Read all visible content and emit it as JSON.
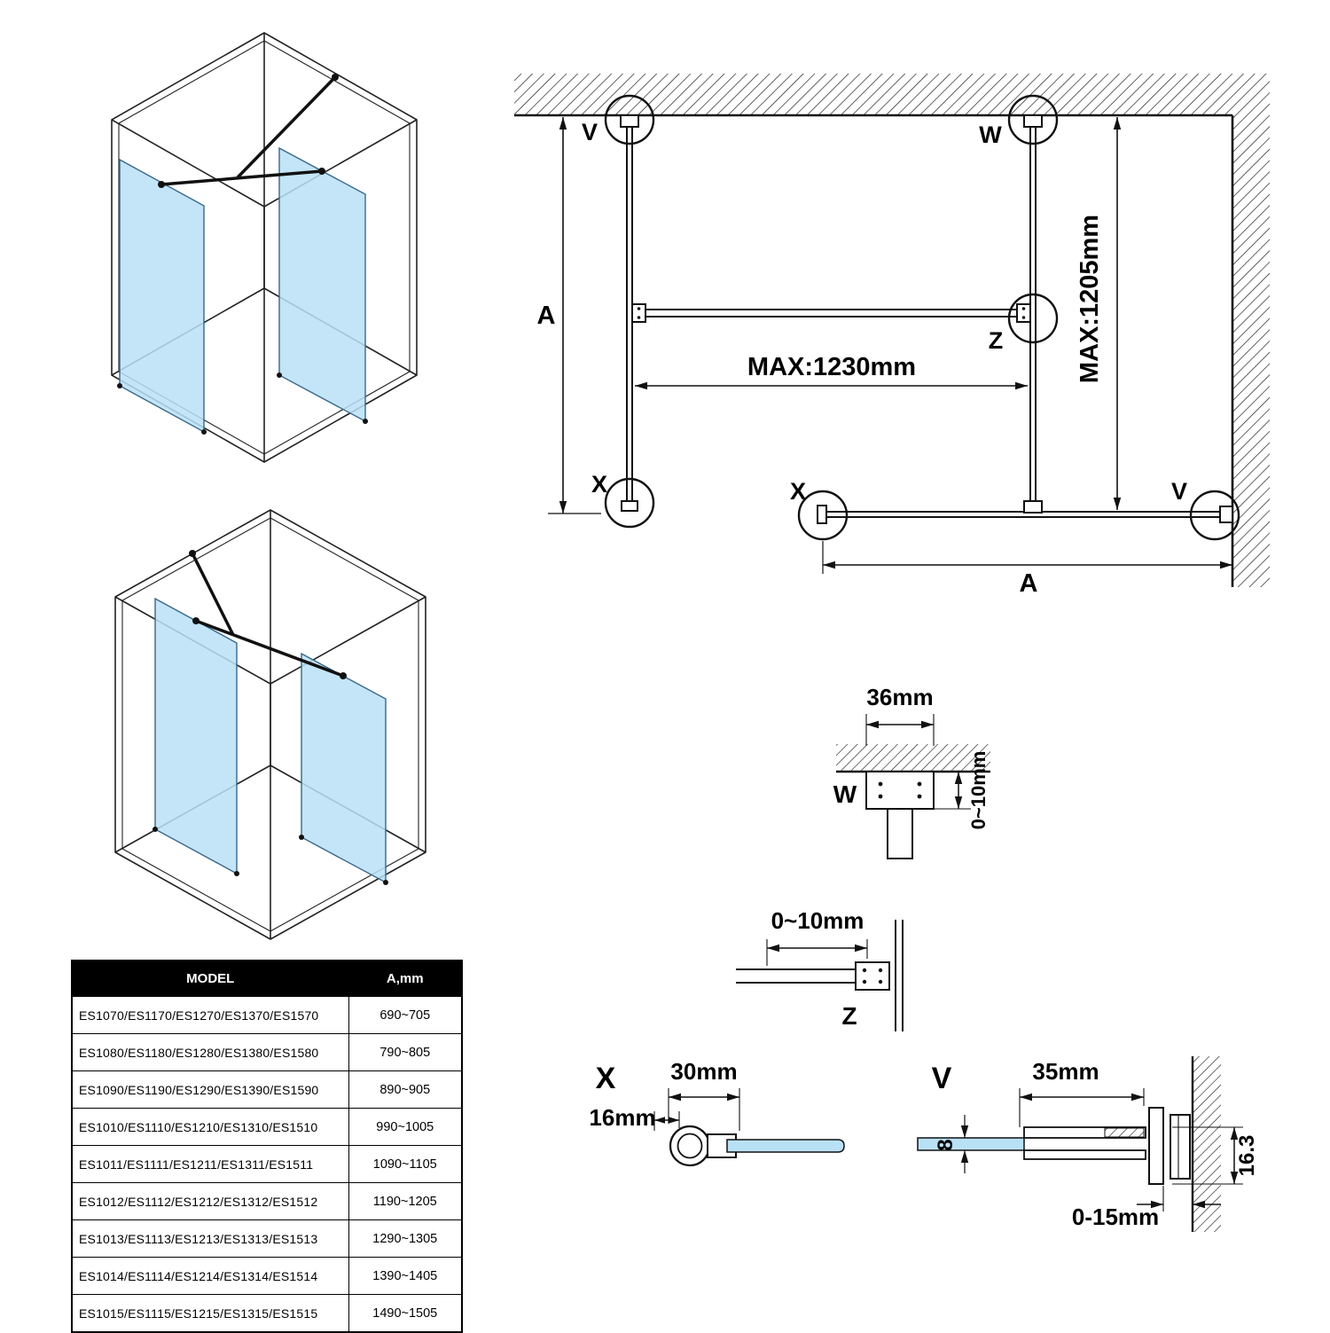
{
  "colors": {
    "glass": "#b9e1f6",
    "line": "#111111",
    "table_header_bg": "#000000",
    "table_header_text": "#ffffff"
  },
  "plan": {
    "label_v_top": "V",
    "label_w": "W",
    "label_z": "Z",
    "label_x_left": "X",
    "label_x_mid": "X",
    "label_v_right": "V",
    "dim_a_left": "A",
    "dim_a_bottom": "A",
    "dim_max_width": "MAX:1230mm",
    "dim_max_height": "MAX:1205mm"
  },
  "detail_w": {
    "label": "W",
    "dim_width": "36mm",
    "dim_gap": "0~10mm"
  },
  "detail_z": {
    "label": "Z",
    "dim_gap": "0~10mm"
  },
  "detail_x": {
    "label": "X",
    "dim_width": "30mm",
    "dim_depth": "16mm"
  },
  "detail_v": {
    "label": "V",
    "dim_width": "35mm",
    "dim_glass_thickness": "8",
    "dim_profile_height": "16.3",
    "dim_wall_gap": "0-15mm"
  },
  "table": {
    "headers": [
      "MODEL",
      "A,mm"
    ],
    "rows": [
      {
        "model": "ES1070/ES1170/ES1270/ES1370/ES1570",
        "a": "690~705"
      },
      {
        "model": "ES1080/ES1180/ES1280/ES1380/ES1580",
        "a": "790~805"
      },
      {
        "model": "ES1090/ES1190/ES1290/ES1390/ES1590",
        "a": "890~905"
      },
      {
        "model": "ES1010/ES1110/ES1210/ES1310/ES1510",
        "a": "990~1005"
      },
      {
        "model": "ES1011/ES1111/ES1211/ES1311/ES1511",
        "a": "1090~1105"
      },
      {
        "model": "ES1012/ES1112/ES1212/ES1312/ES1512",
        "a": "1190~1205"
      },
      {
        "model": "ES1013/ES1113/ES1213/ES1313/ES1513",
        "a": "1290~1305"
      },
      {
        "model": "ES1014/ES1114/ES1214/ES1314/ES1514",
        "a": "1390~1405"
      },
      {
        "model": "ES1015/ES1115/ES1215/ES1315/ES1515",
        "a": "1490~1505"
      }
    ]
  }
}
